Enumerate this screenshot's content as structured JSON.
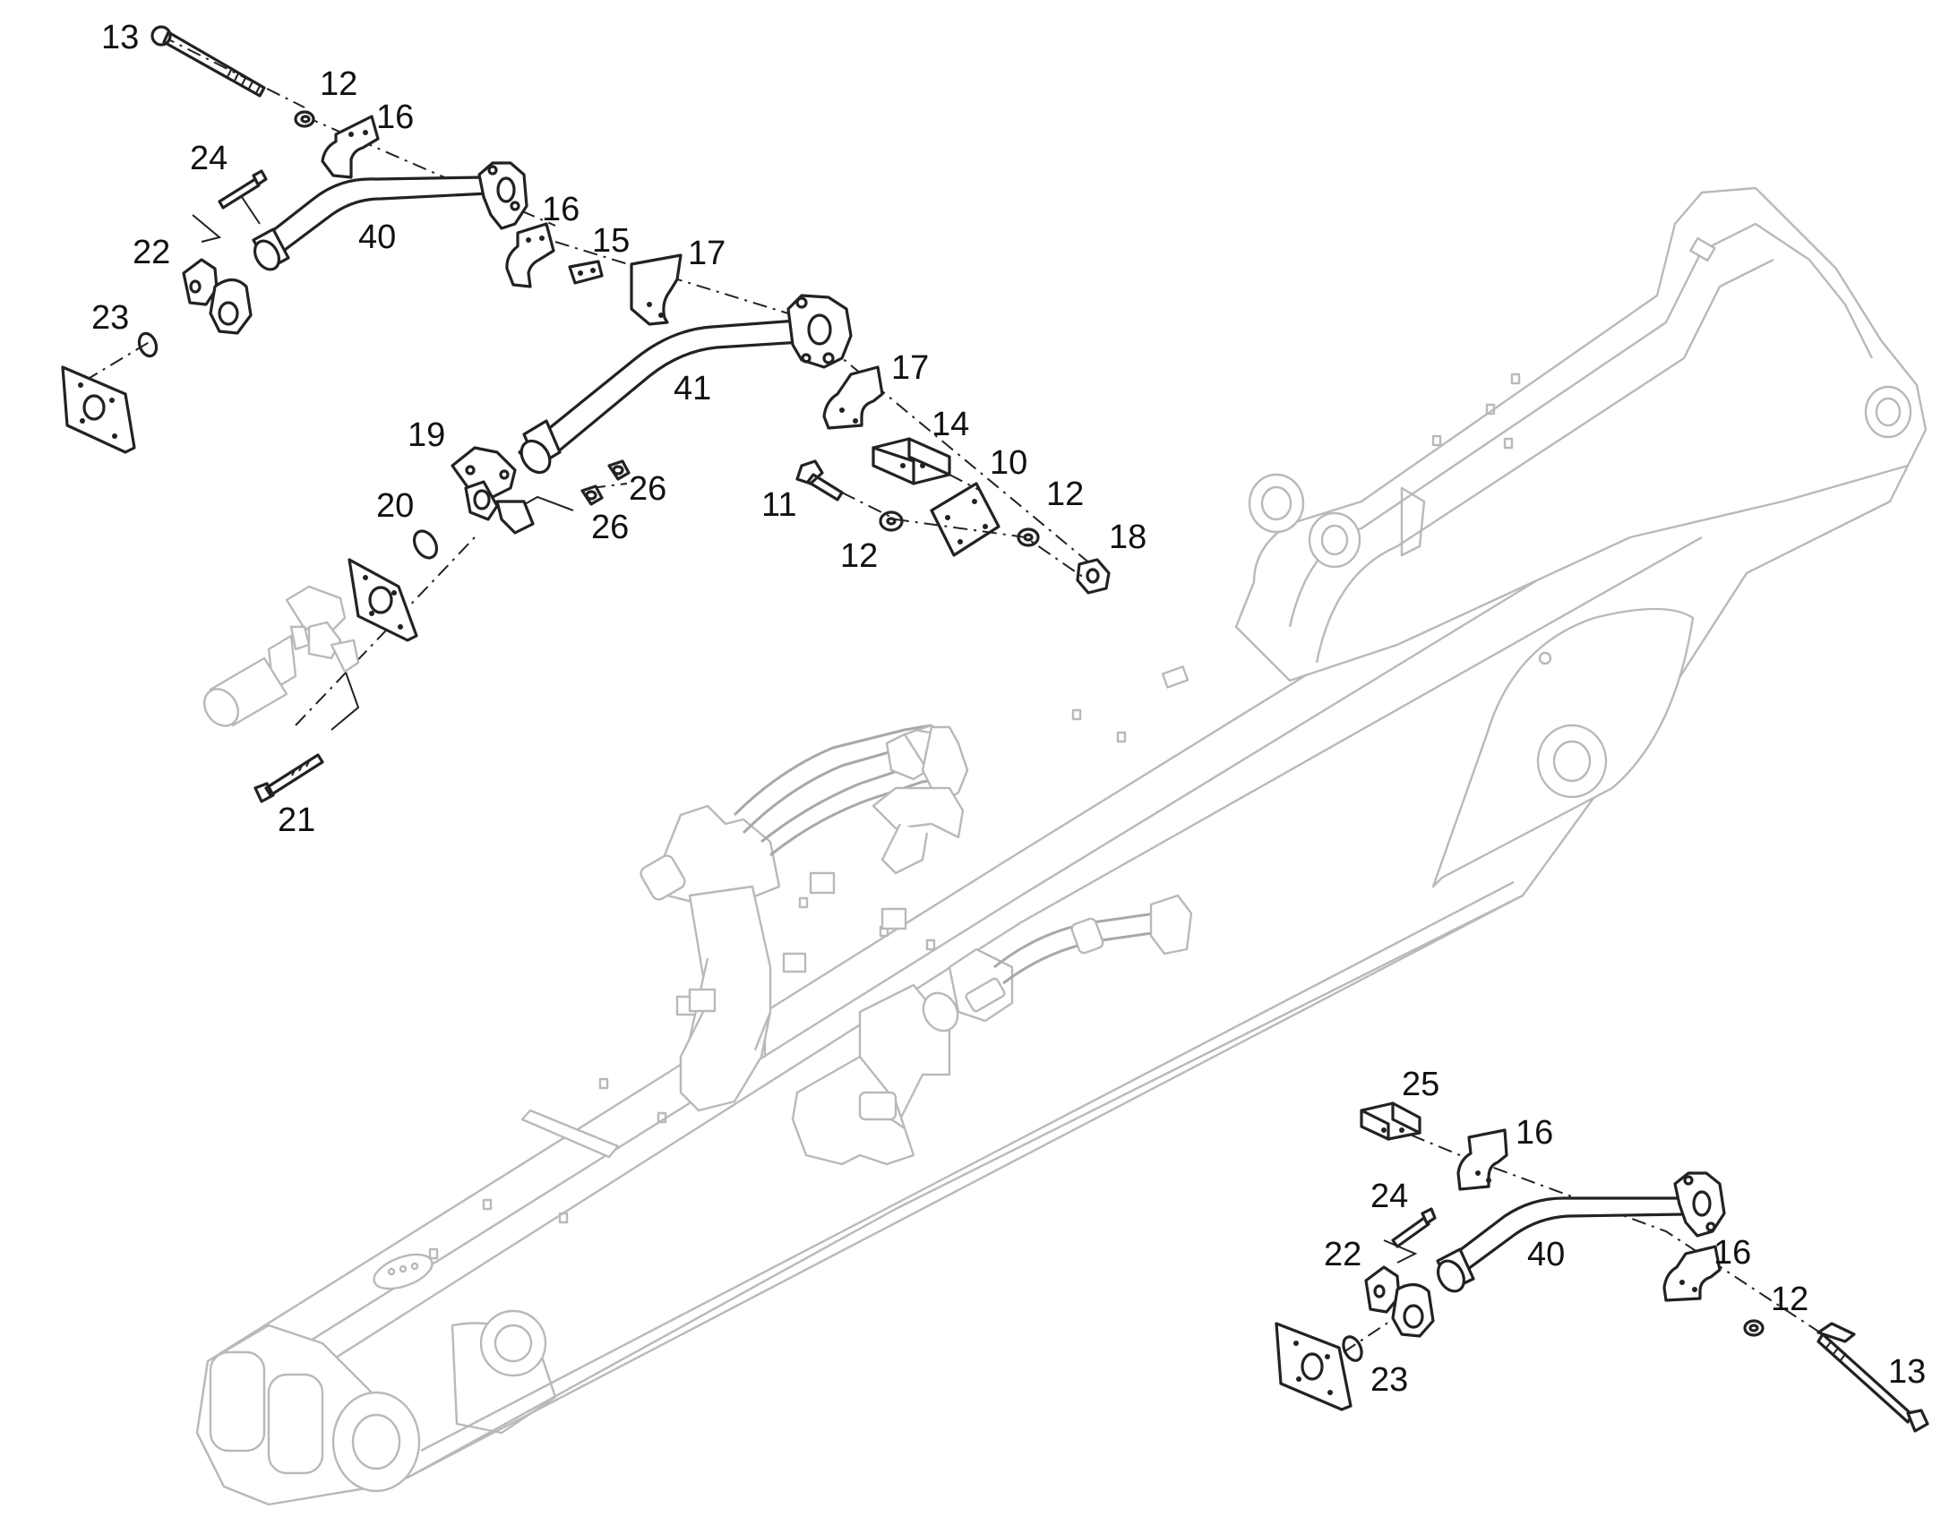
{
  "labels": {
    "l13a": "13",
    "l12a": "12",
    "l16a": "16",
    "l24a": "24",
    "l22a": "22",
    "l23a": "23",
    "l40a": "40",
    "l16b": "16",
    "l15": "15",
    "l17a": "17",
    "l41": "41",
    "l17b": "17",
    "l19": "19",
    "l14": "14",
    "l10": "10",
    "l26a": "26",
    "l20": "20",
    "l26b": "26",
    "l11": "11",
    "l12b": "12",
    "l12c": "12",
    "l18": "18",
    "l21": "21",
    "l25": "25",
    "l16c": "16",
    "l24b": "24",
    "l22b": "22",
    "l40b": "40",
    "l16d": "16",
    "l12d": "12",
    "l23b": "23",
    "l13b": "13"
  }
}
